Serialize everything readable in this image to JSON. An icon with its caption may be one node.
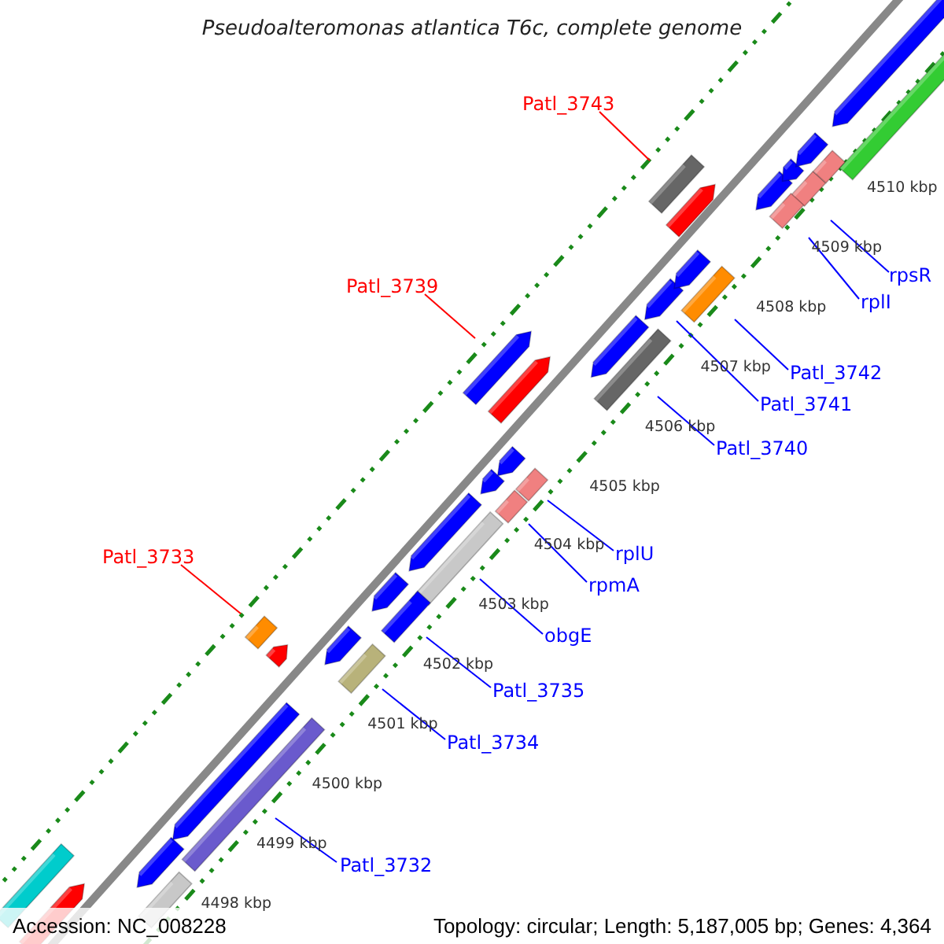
{
  "diagram": {
    "title": "Pseudoalteromonas atlantica T6c, complete genome",
    "nodes": [
      {
        "text": [
          "Patl_3743"
        ]
      },
      {
        "text": [],
        "shape": "bar"
      },
      {
        "text": [
          "rpsR"
        ]
      },
      {
        "text": [],
        "shape": "bar"
      },
      {
        "text": [
          "rplI"
        ]
      },
      {
        "text": [],
        "shape": "bar"
      },
      {
        "text": [
          "Patl_3739"
        ]
      },
      {
        "text": [],
        "shape": "bar"
      },
      {
        "text": [
          "Patl_3742"
        ]
      },
      {
        "text": [],
        "shape": "bar"
      },
      {
        "text": [
          "Patl_3741"
        ]
      },
      {
        "text": [],
        "shape": "bar"
      },
      {
        "text": [
          "Patl_3740"
        ]
      },
      {
        "text": [],
        "shape": "bar"
      },
      {
        "text": [
          "rplU"
        ]
      },
      {
        "text": [],
        "shape": "bar"
      },
      {
        "text": [
          "rpmA"
        ]
      },
      {
        "text": [],
        "shape": "bar"
      },
      {
        "text": [
          "Patl_3733"
        ]
      },
      {
        "text": [],
        "shape": "bar"
      },
      {
        "text": [
          "obgE"
        ]
      },
      {
        "text": [],
        "shape": "bar"
      },
      {
        "text": [
          "Patl_3735"
        ]
      },
      {
        "text": [],
        "shape": "bar"
      },
      {
        "text": [
          "Patl_3734"
        ]
      },
      {
        "text": [],
        "shape": "bar"
      },
      {
        "text": [
          "Patl_3732"
        ]
      },
      {
        "text": [],
        "shape": "bar"
      },
      {
        "text": [],
        "shape": "bar"
      },
      {
        "text": [],
        "shape": "bar"
      },
      {
        "text": [],
        "shape": "bar"
      },
      {
        "text": [],
        "shape": "bar"
      },
      {
        "text": [],
        "shape": "bar"
      },
      {
        "text": [],
        "shape": "bar"
      },
      {
        "text": [],
        "shape": "bar"
      },
      {
        "text": [],
        "shape": "bar"
      },
      {
        "text": [],
        "shape": "bar"
      },
      {
        "text": [],
        "shape": "bar"
      },
      {
        "text": [],
        "shape": "bar"
      },
      {
        "text": [],
        "shape": "bar"
      },
      {
        "text": [],
        "shape": "bar"
      },
      {
        "text": [],
        "shape": "bar"
      },
      {
        "text": [],
        "shape": "bar"
      },
      {
        "text": [],
        "shape": "bar"
      },
      {
        "text": [],
        "shape": "bar"
      },
      {
        "text": [],
        "shape": "bar"
      },
      {
        "text": [],
        "shape": "bar"
      },
      {
        "text": [],
        "shape": "bar"
      },
      {
        "text": [],
        "shape": "bar"
      }
    ],
    "edges": [
      {
        "from": 0,
        "to": 1,
        "arrow": "none",
        "color": "#ff0000"
      },
      {
        "from": 2,
        "to": 3,
        "arrow": "none"
      },
      {
        "from": 4,
        "to": 5,
        "arrow": "none"
      },
      {
        "from": 6,
        "to": 7,
        "arrow": "none",
        "color": "#ff0000"
      },
      {
        "from": 8,
        "to": 9,
        "arrow": "none"
      },
      {
        "from": 10,
        "to": 11,
        "arrow": "none"
      },
      {
        "from": 12,
        "to": 13,
        "arrow": "none"
      },
      {
        "from": 14,
        "to": 15,
        "arrow": "none"
      },
      {
        "from": 16,
        "to": 17,
        "arrow": "none"
      },
      {
        "from": 18,
        "to": 19,
        "arrow": "none",
        "color": "#ff0000"
      },
      {
        "from": 20,
        "to": 21,
        "arrow": "none"
      },
      {
        "from": 22,
        "to": 23,
        "arrow": "none"
      },
      {
        "from": 24,
        "to": 25,
        "arrow": "none"
      },
      {
        "from": 26,
        "to": 27,
        "arrow": "none"
      }
    ],
    "labels": [
      "4510 kbp",
      "4509 kbp",
      "4508 kbp",
      "4507 kbp",
      "4506 kbp",
      "4505 kbp",
      "4504 kbp",
      "4503 kbp",
      "4502 kbp",
      "4501 kbp",
      "4500 kbp",
      "4499 kbp",
      "4498 kbp",
      "Accession: NC_008228",
      "Topology: circular; Length: 5,187,005 bp; Genes: 4,364"
    ]
  }
}
